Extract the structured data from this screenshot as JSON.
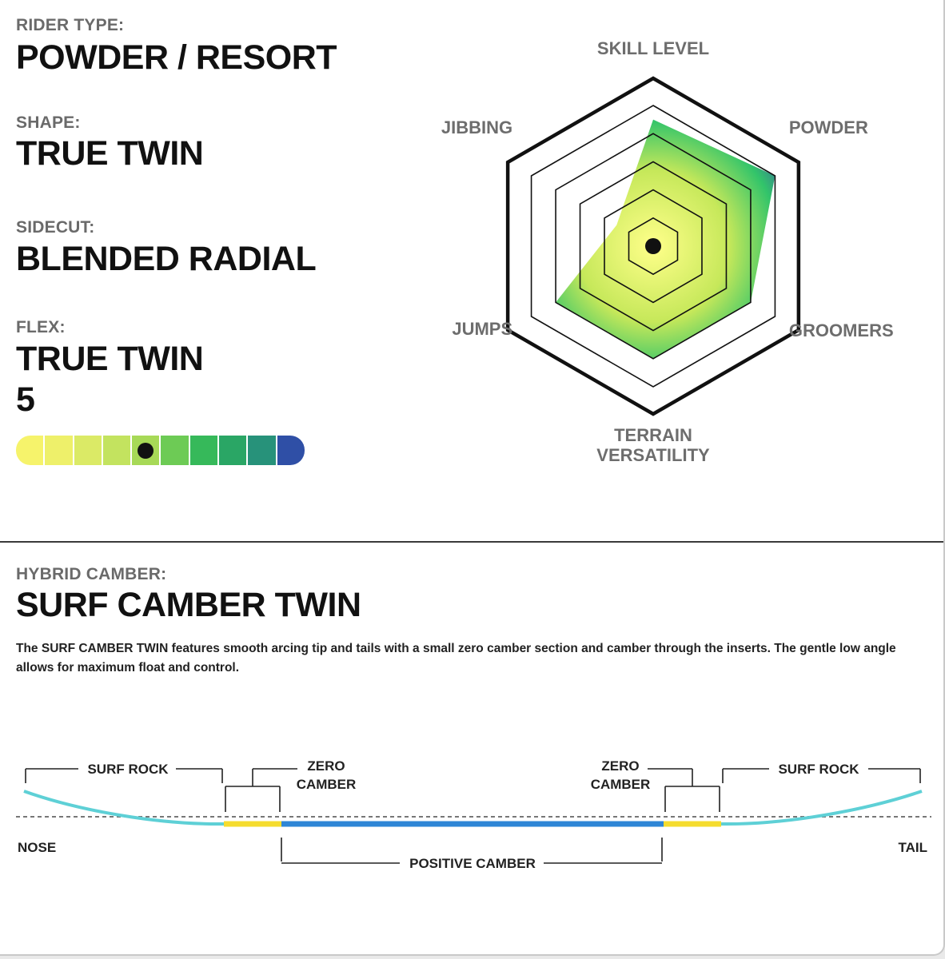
{
  "specs": {
    "rider_type_label": "RIDER TYPE:",
    "rider_type": "POWDER / RESORT",
    "shape_label": "SHAPE:",
    "shape": "TRUE TWIN",
    "sidecut_label": "SIDECUT:",
    "sidecut": "BLENDED RADIAL",
    "flex_label": "FLEX:",
    "flex": "TRUE TWIN",
    "flex_value": "5"
  },
  "flex_scale": {
    "segments": 10,
    "selected": 5,
    "colors": [
      "#f6f36b",
      "#eef06a",
      "#dbea66",
      "#c3e35f",
      "#a7d957",
      "#6dcb55",
      "#36b95a",
      "#2aa665",
      "#27927a",
      "#2f4fa6"
    ]
  },
  "chart_data": [
    {
      "type": "radar",
      "axes": [
        "SKILL LEVEL",
        "POWDER",
        "GROOMERS",
        "TERRAIN VERSATILITY",
        "JUMPS",
        "JIBBING"
      ],
      "axis_label_lines": [
        [
          "SKILL LEVEL"
        ],
        [
          "POWDER"
        ],
        [
          "GROOMERS"
        ],
        [
          "TERRAIN",
          "VERSATILITY"
        ],
        [
          "JUMPS"
        ],
        [
          "JIBBING"
        ]
      ],
      "values": [
        4.5,
        5,
        4,
        4,
        4,
        1.5
      ],
      "scale_max": 5,
      "rings": 5,
      "colors": {
        "center": "#ffff8a",
        "mid": "#32c46a",
        "edge": "#3b3fb8",
        "outline": "#111111"
      }
    },
    {
      "type": "profile",
      "title_label": "HYBRID CAMBER:",
      "title": "SURF CAMBER TWIN",
      "description": "The SURF CAMBER TWIN features smooth arcing tip and tails with a small zero camber section and camber through the inserts. The gentle low angle allows for maximum float and control.",
      "zones": [
        {
          "name": "SURF ROCK",
          "color": "#5ed0d6"
        },
        {
          "name": "ZERO CAMBER",
          "color": "#f5dc2e"
        },
        {
          "name": "POSITIVE CAMBER",
          "color": "#2e86d6"
        },
        {
          "name": "ZERO CAMBER",
          "color": "#f5dc2e"
        },
        {
          "name": "SURF ROCK",
          "color": "#5ed0d6"
        }
      ],
      "annotations": {
        "surf_rock": "SURF ROCK",
        "zero": "ZERO",
        "camber": "CAMBER",
        "positive_camber": "POSITIVE CAMBER",
        "nose": "NOSE",
        "tail": "TAIL"
      }
    }
  ]
}
